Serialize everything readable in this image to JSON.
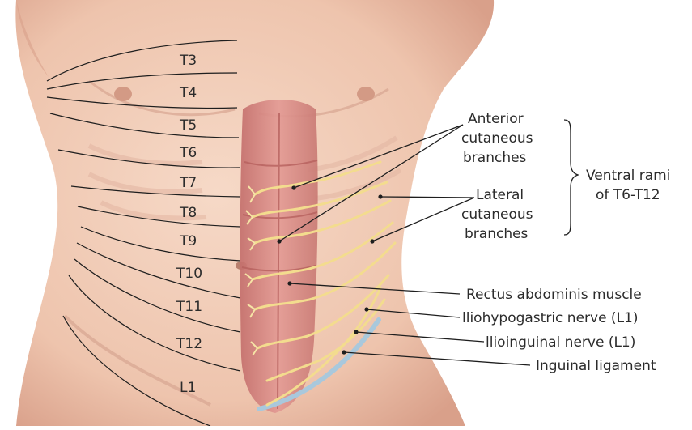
{
  "dermatomes": [
    "T3",
    "T4",
    "T5",
    "T6",
    "T7",
    "T8",
    "T9",
    "T10",
    "T11",
    "T12",
    "L1"
  ],
  "labels": {
    "anterior": [
      "Anterior",
      "cutaneous",
      "branches"
    ],
    "lateral": [
      "Lateral",
      "cutaneous",
      "branches"
    ],
    "ventral": [
      "Ventral rami",
      "of T6-T12"
    ],
    "rectus": "Rectus abdominis muscle",
    "iliohypogastric": "lliohypogastric nerve (L1)",
    "ilioinguinal": "llioinguinal nerve (L1)",
    "inguinal": "Inguinal ligament"
  },
  "colors": {
    "skin": "#f0cdb8",
    "skin_shadow": "#d9a48c",
    "muscle": "#d98a86",
    "nerve": "#f3dc8e",
    "ligament": "#a9c8dc",
    "line": "#1e1e1e"
  }
}
